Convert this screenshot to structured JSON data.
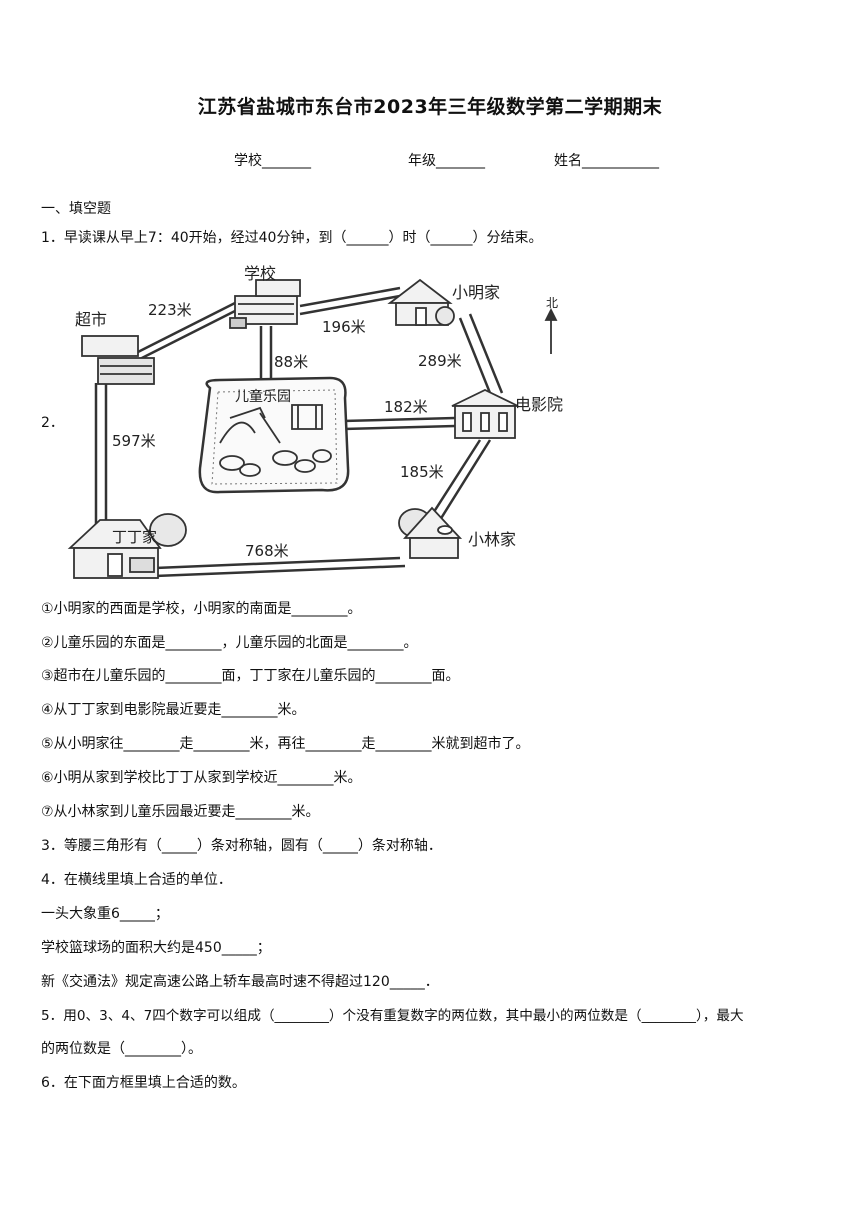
{
  "doc": {
    "title": "江苏省盐城市东台市2023年三年级数学第二学期期末",
    "info": {
      "school": "学校_______",
      "grade": "年级_______",
      "name": "姓名___________"
    },
    "section1": "一、填空题",
    "q1": "1．早读课从早上7：40开始，经过40分钟，到（______）时（______）分结束。",
    "q2_number": "2．",
    "map": {
      "places": {
        "school": "学校",
        "xiaoming": "小明家",
        "supermarket": "超市",
        "park": "儿童乐园",
        "cinema": "电影院",
        "dingding": "丁丁家",
        "xiaolin": "小林家"
      },
      "north": "北",
      "distances": {
        "supermarket_school": "223米",
        "school_xiaoming": "196米",
        "school_park": "88米",
        "xiaoming_cinema": "289米",
        "park_cinema": "182米",
        "supermarket_dingding": "597米",
        "cinema_xiaolin": "185米",
        "dingding_xiaolin": "768米"
      }
    },
    "subs": [
      "①小明家的西面是学校，小明家的南面是________。",
      "②儿童乐园的东面是________，儿童乐园的北面是________。",
      "③超市在儿童乐园的________面，丁丁家在儿童乐园的________面。",
      "④从丁丁家到电影院最近要走________米。",
      "⑤从小明家往________走________米，再往________走________米就到超市了。",
      "⑥小明从家到学校比丁丁从家到学校近________米。",
      "⑦从小林家到儿童乐园最近要走________米。"
    ],
    "q3": "3．等腰三角形有（_____）条对称轴，圆有（_____）条对称轴．",
    "q4": "4．在横线里填上合适的单位．",
    "q4_a": "一头大象重6_____；",
    "q4_b": "学校篮球场的面积大约是450_____；",
    "q4_c": "新《交通法》规定高速公路上轿车最高时速不得超过120_____．",
    "q5_line1": "5．用0、3、4、7四个数字可以组成（________）个没有重复数字的两位数，其中最小的两位数是（________），最大",
    "q5_line2": "的两位数是（________）。",
    "q6": "6．在下面方框里填上合适的数。"
  }
}
